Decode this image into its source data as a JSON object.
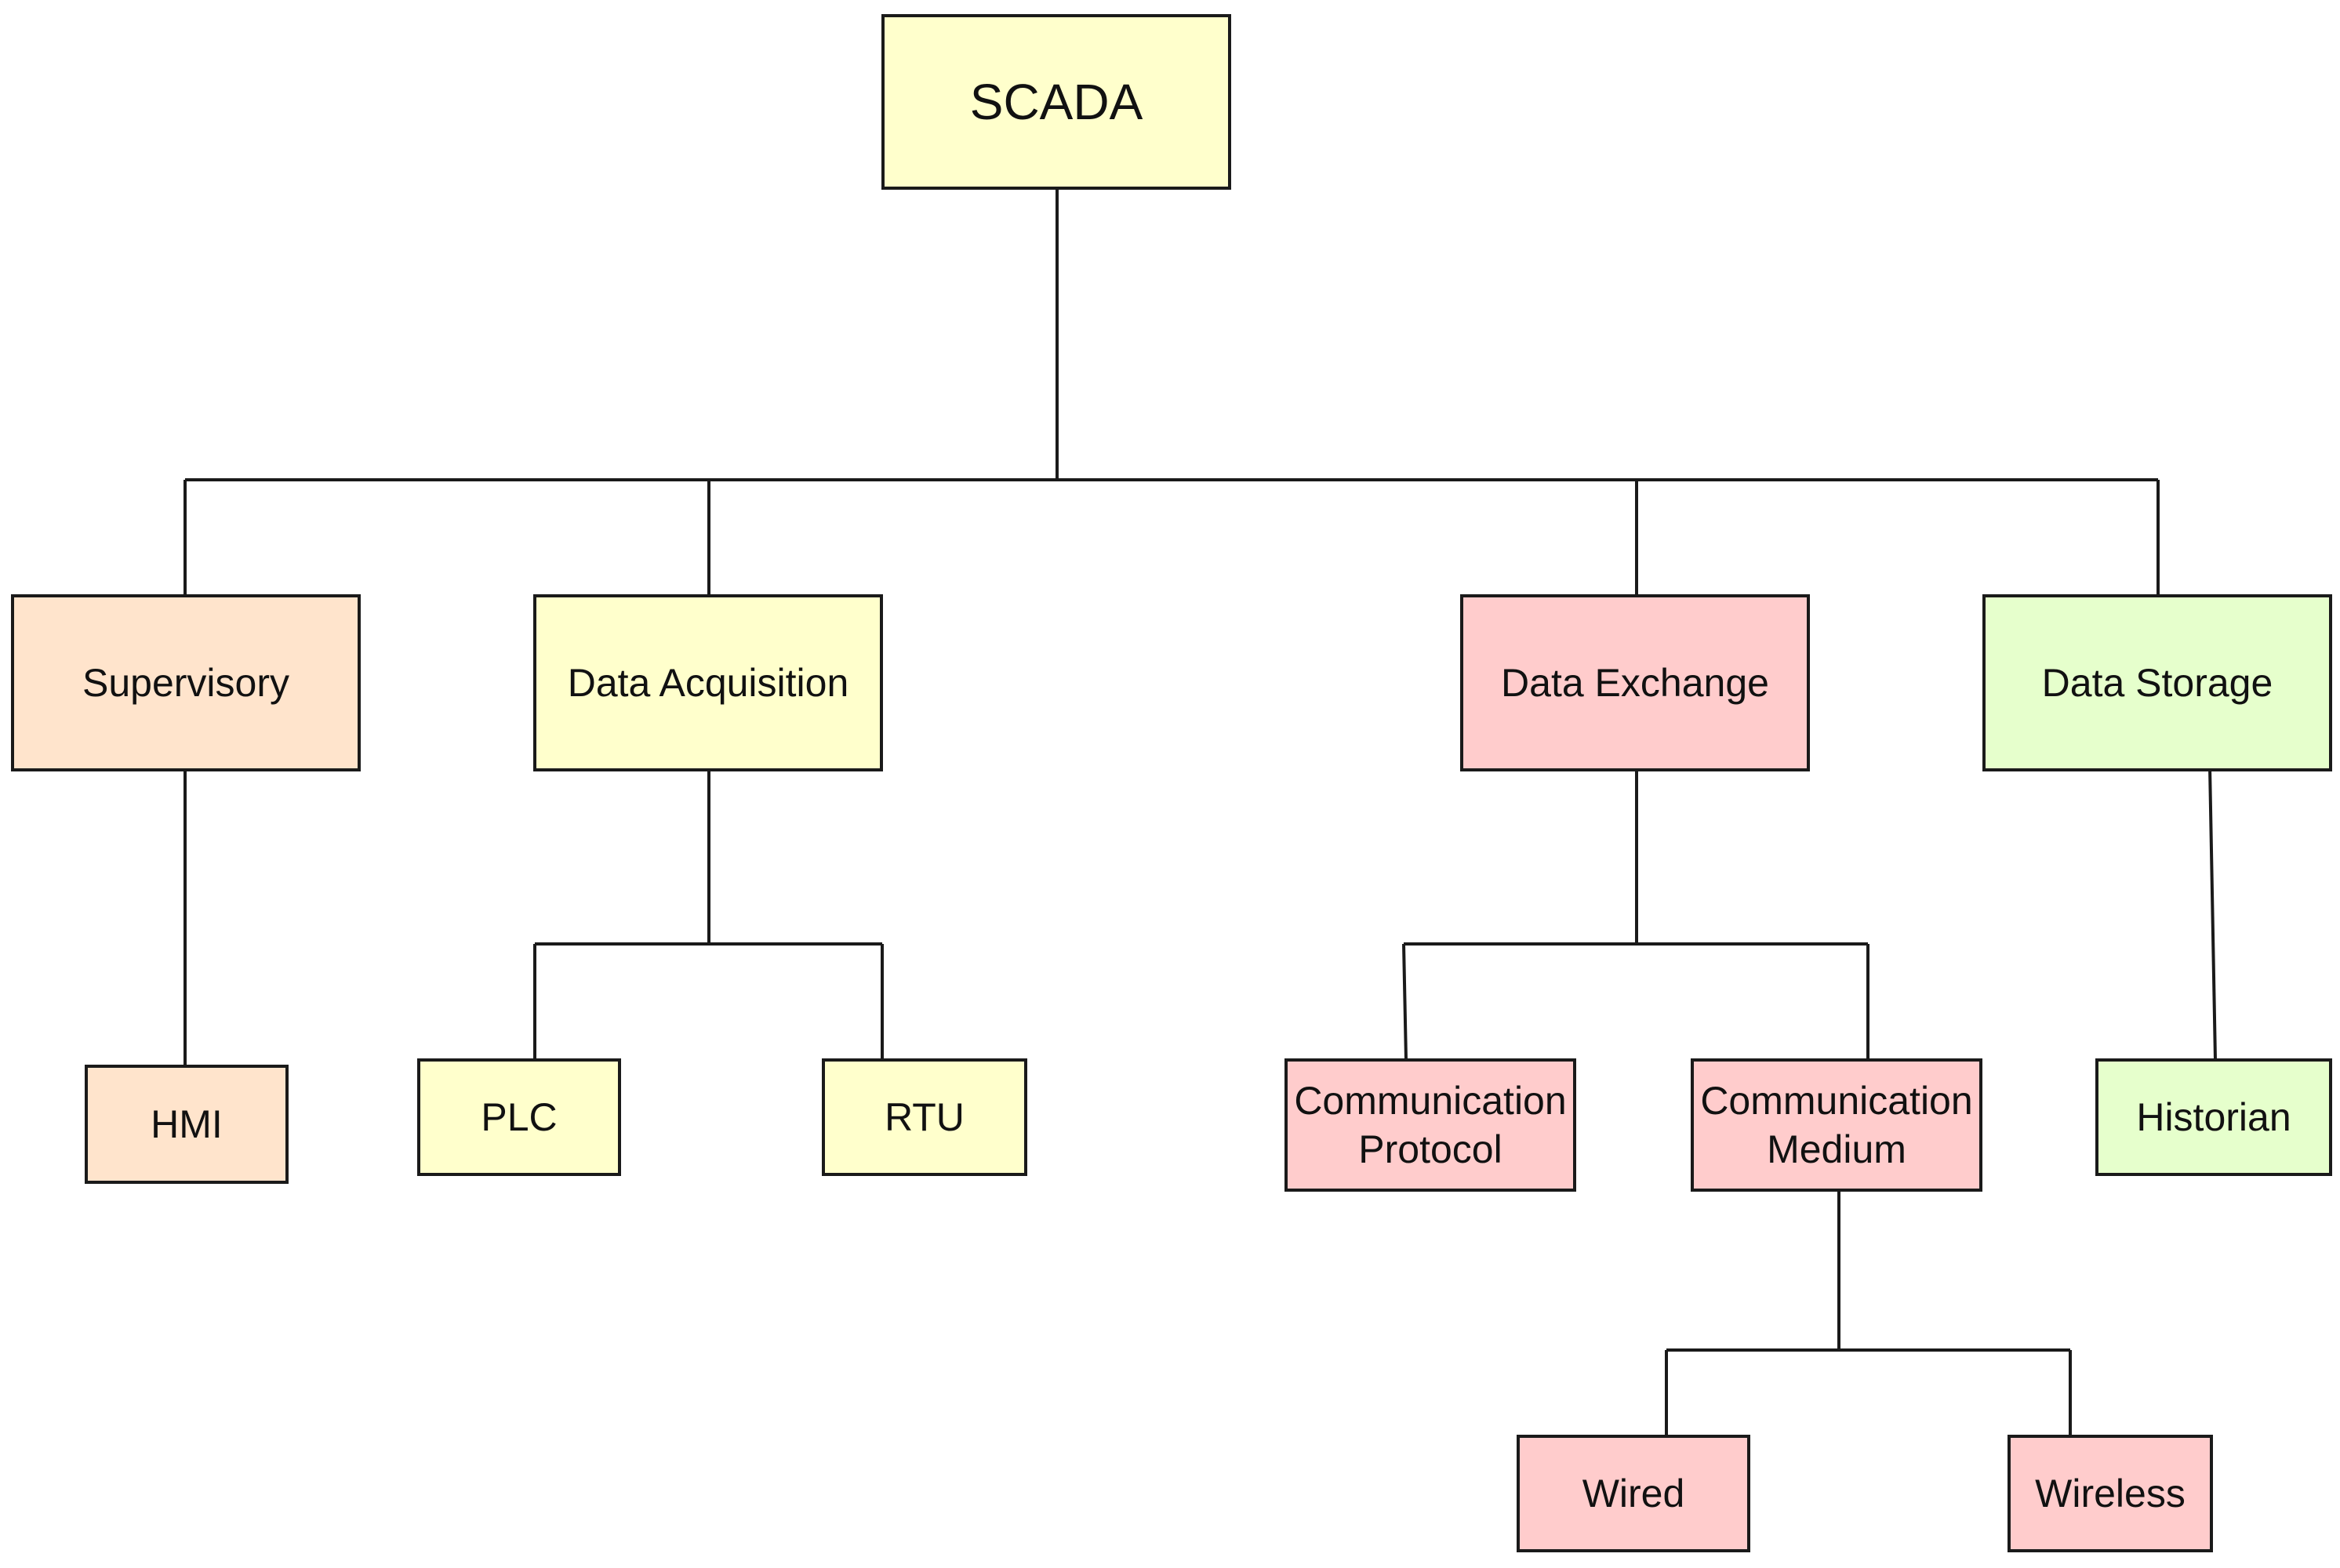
{
  "diagram": {
    "nodes": {
      "scada": "SCADA",
      "supervisory": "Supervisory",
      "data_acquisition": "Data Acquisition",
      "data_exchange": "Data Exchange",
      "data_storage": "Data Storage",
      "hmi": "HMI",
      "plc": "PLC",
      "rtu": "RTU",
      "communication_protocol": "Communication\nProtocol",
      "communication_medium": "Communication\nMedium",
      "historian": "Historian",
      "wired": "Wired",
      "wireless": "Wireless"
    },
    "edges": [
      [
        "scada",
        "supervisory"
      ],
      [
        "scada",
        "data_acquisition"
      ],
      [
        "scada",
        "data_exchange"
      ],
      [
        "scada",
        "data_storage"
      ],
      [
        "supervisory",
        "hmi"
      ],
      [
        "data_acquisition",
        "plc"
      ],
      [
        "data_acquisition",
        "rtu"
      ],
      [
        "data_exchange",
        "communication_protocol"
      ],
      [
        "data_exchange",
        "communication_medium"
      ],
      [
        "data_storage",
        "historian"
      ],
      [
        "communication_medium",
        "wired"
      ],
      [
        "communication_medium",
        "wireless"
      ]
    ],
    "colors": {
      "orange": "#ffe4cc",
      "yellow": "#ffffcc",
      "pink": "#ffcccc",
      "green": "#e6ffcc",
      "stroke": "#1a1a1a"
    }
  }
}
